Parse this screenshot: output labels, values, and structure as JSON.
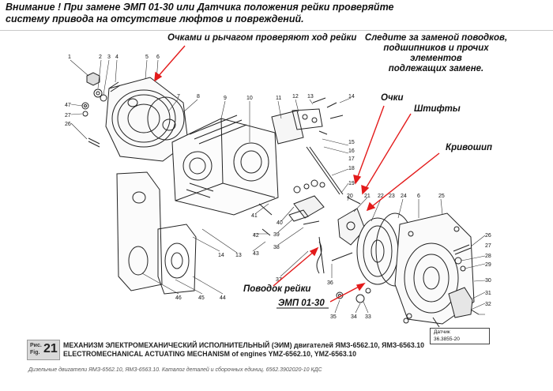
{
  "warning_text": "Внимание ! При замене ЭМП 01-30 или Датчика положения рейки  проверяйте систему привода на отсутствие люфтов и повреждений.",
  "notes": {
    "rack_travel": "Очками и рычагом проверяют ход рейки",
    "replacement_line1": "Следите за заменой поводков,",
    "replacement_line2": "подшипников и прочих элементов",
    "replacement_line3": "подлежащих замене.",
    "glasses": "Очки",
    "pins": "Штифты",
    "crank": "Кривошип",
    "rack_driver": "Поводок рейки",
    "emp": "ЭМП 01-30"
  },
  "sensor_label": {
    "line1": "Датчик",
    "line2": "36.3855-20"
  },
  "part_numbers": [
    "1",
    "2",
    "3",
    "4",
    "5",
    "6",
    "7",
    "8",
    "9",
    "10",
    "11",
    "12",
    "13",
    "14",
    "15",
    "16",
    "17",
    "18",
    "19",
    "20",
    "21",
    "22",
    "23",
    "24",
    "6",
    "25",
    "26",
    "27",
    "28",
    "29",
    "30",
    "31",
    "32",
    "33",
    "34",
    "35",
    "36",
    "37",
    "38",
    "39",
    "40",
    "41",
    "42",
    "43",
    "13",
    "14",
    "44",
    "45",
    "46",
    "47",
    "27",
    "26"
  ],
  "caption": {
    "ris": "Рис.",
    "fig": "Fig.",
    "number": "21",
    "title_ru": "МЕХАНИЗМ ЭЛЕКТРОМЕХАНИЧЕСКИЙ ИСПОЛНИТЕЛЬНЫЙ (ЭИМ) двигателей ЯМЗ-6562.10, ЯМЗ-6563.10",
    "title_en": "ELECTROMECHANICAL ACTUATING MECHANISM of engines YMZ-6562.10, YMZ-6563.10"
  },
  "footer": "Дизельные двигатели ЯМЗ-6562.10, ЯМЗ-6563.10. Каталог деталей и сборочных единиц. 6562.3902020-10 КДС",
  "colors": {
    "annotation_arrow": "#e31b1b",
    "line_art": "#222222",
    "caption_bg": "#d9d9d9"
  }
}
